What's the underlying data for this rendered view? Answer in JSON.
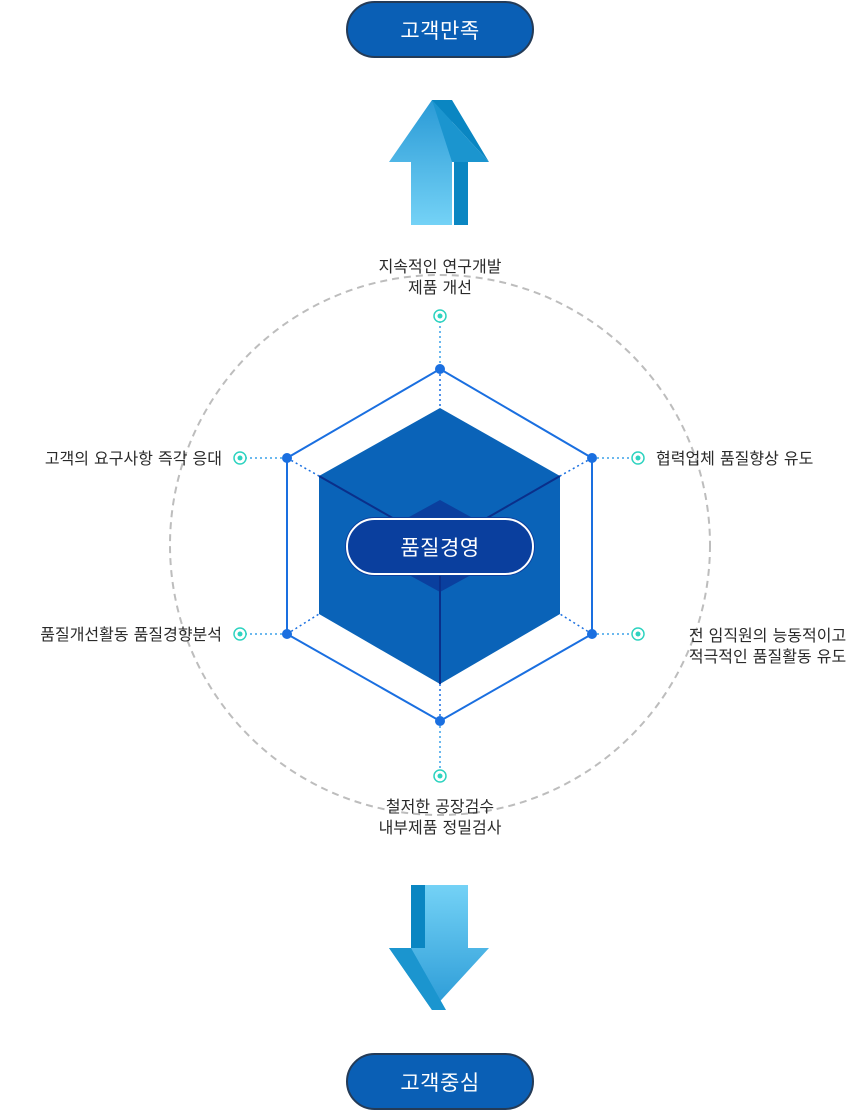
{
  "top_label": "고객만족",
  "bottom_label": "고객중심",
  "center_label": "품질경영",
  "spokes": {
    "top": [
      "지속적인 연구개발",
      "제품 개선"
    ],
    "upper_right": [
      "협력업체 품질향상 유도"
    ],
    "lower_right": [
      "전 임직원의 능동적이고",
      "적극적인 품질활동 유도"
    ],
    "bottom": [
      "철저한 공장검수",
      "내부제품 정밀검사"
    ],
    "lower_left": [
      "품질개선활동 품질경향분석"
    ],
    "upper_left": [
      "고객의 요구사항 즉각 응대"
    ]
  },
  "colors": {
    "pill_fill": "#0a5fb5",
    "center_fill": "#0a3f9e",
    "hexagon_fill": "#0a63b8",
    "outline": "#1a6fe0",
    "marker": "#2ed3c0",
    "arrow_light": "#6fd0f4",
    "arrow_dark": "#0a86c2"
  }
}
